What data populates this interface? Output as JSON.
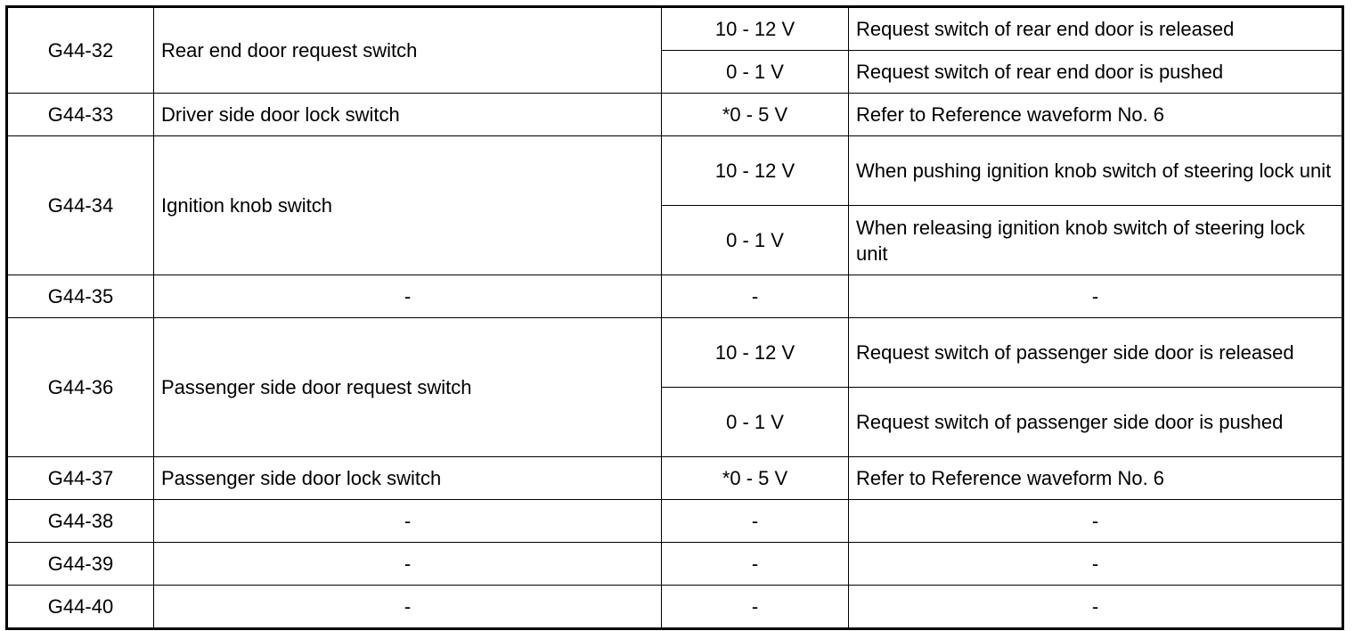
{
  "table": {
    "rows": [
      {
        "terminal": "G44-32",
        "name": "Rear end door request switch",
        "voltage": "10 - 12 V",
        "condition": "Request switch of rear end door is released"
      },
      {
        "voltage": "0 - 1 V",
        "condition": "Request switch of rear end door is pushed"
      },
      {
        "terminal": "G44-33",
        "name": "Driver side door lock switch",
        "voltage": "*0 - 5 V",
        "condition": "Refer to Reference waveform No. 6"
      },
      {
        "terminal": "G44-34",
        "name": "Ignition knob switch",
        "voltage": "10 - 12 V",
        "condition": "When pushing ignition knob switch of steering lock unit"
      },
      {
        "voltage": "0 - 1 V",
        "condition": "When releasing ignition knob switch of steering lock unit"
      },
      {
        "terminal": "G44-35",
        "name": "-",
        "voltage": "-",
        "condition": "-"
      },
      {
        "terminal": "G44-36",
        "name": "Passenger side door request switch",
        "voltage": "10 - 12 V",
        "condition": "Request switch of passenger side door is released"
      },
      {
        "voltage": "0 - 1 V",
        "condition": "Request switch of passenger side door is pushed"
      },
      {
        "terminal": "G44-37",
        "name": "Passenger side door lock switch",
        "voltage": "*0 - 5 V",
        "condition": "Refer to Reference waveform No. 6"
      },
      {
        "terminal": "G44-38",
        "name": "-",
        "voltage": "-",
        "condition": "-"
      },
      {
        "terminal": "G44-39",
        "name": "-",
        "voltage": "-",
        "condition": "-"
      },
      {
        "terminal": "G44-40",
        "name": "-",
        "voltage": "-",
        "condition": "-"
      }
    ]
  }
}
